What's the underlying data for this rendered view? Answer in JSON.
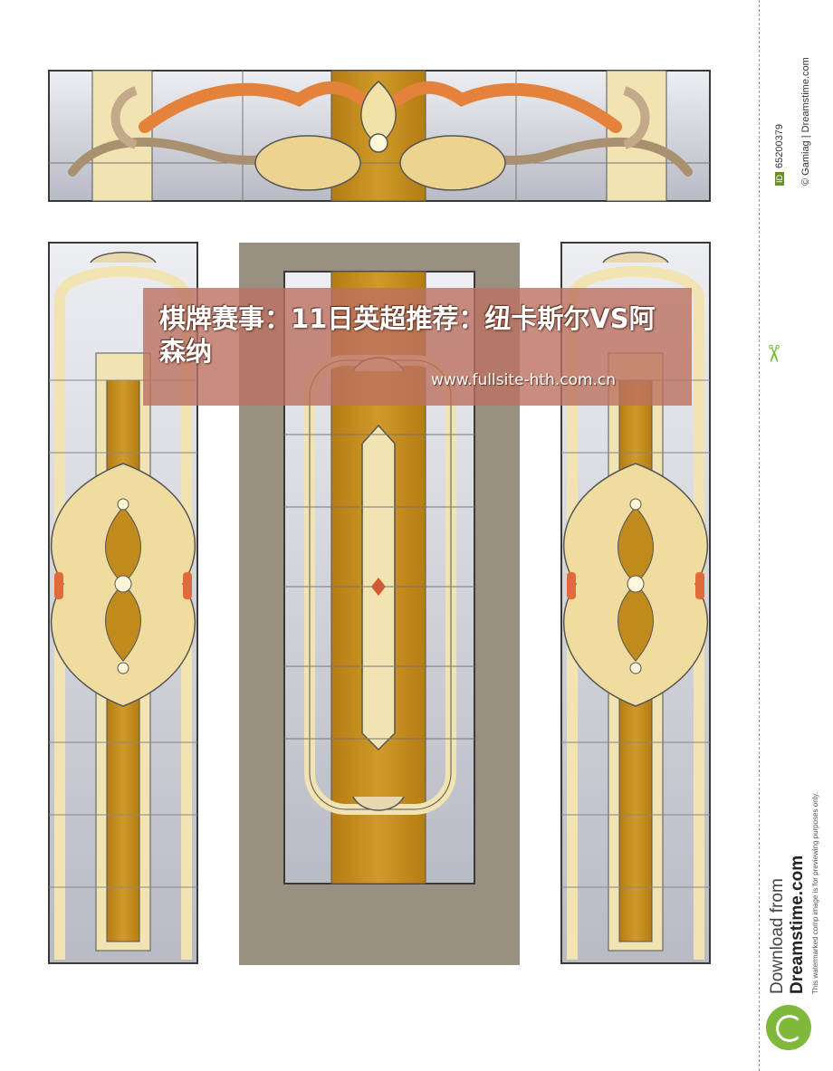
{
  "overlay": {
    "title": "棋牌赛事：11日英超推荐：纽卡斯尔VS阿森纳",
    "url": "www.fullsite-hth.com.cn"
  },
  "sidebar": {
    "id_label": "ID",
    "id_number": "65200379",
    "credit": "© Gamiag | Dreamstime.com",
    "download_from": "Download from",
    "brand": "Dreamstime.com",
    "note": "This watermarked comp image is for previewing purposes only."
  },
  "icons": [
    "scissors-icon",
    "dreamstime-logo-icon"
  ],
  "colors": {
    "amber": "#c08a1c",
    "pale_gold": "#f1e3b2",
    "orange_ribbon": "#e4813a",
    "glass_grey": "#c9cbd1",
    "frame_brown": "#9a9082",
    "overlay": "#bc7060"
  }
}
